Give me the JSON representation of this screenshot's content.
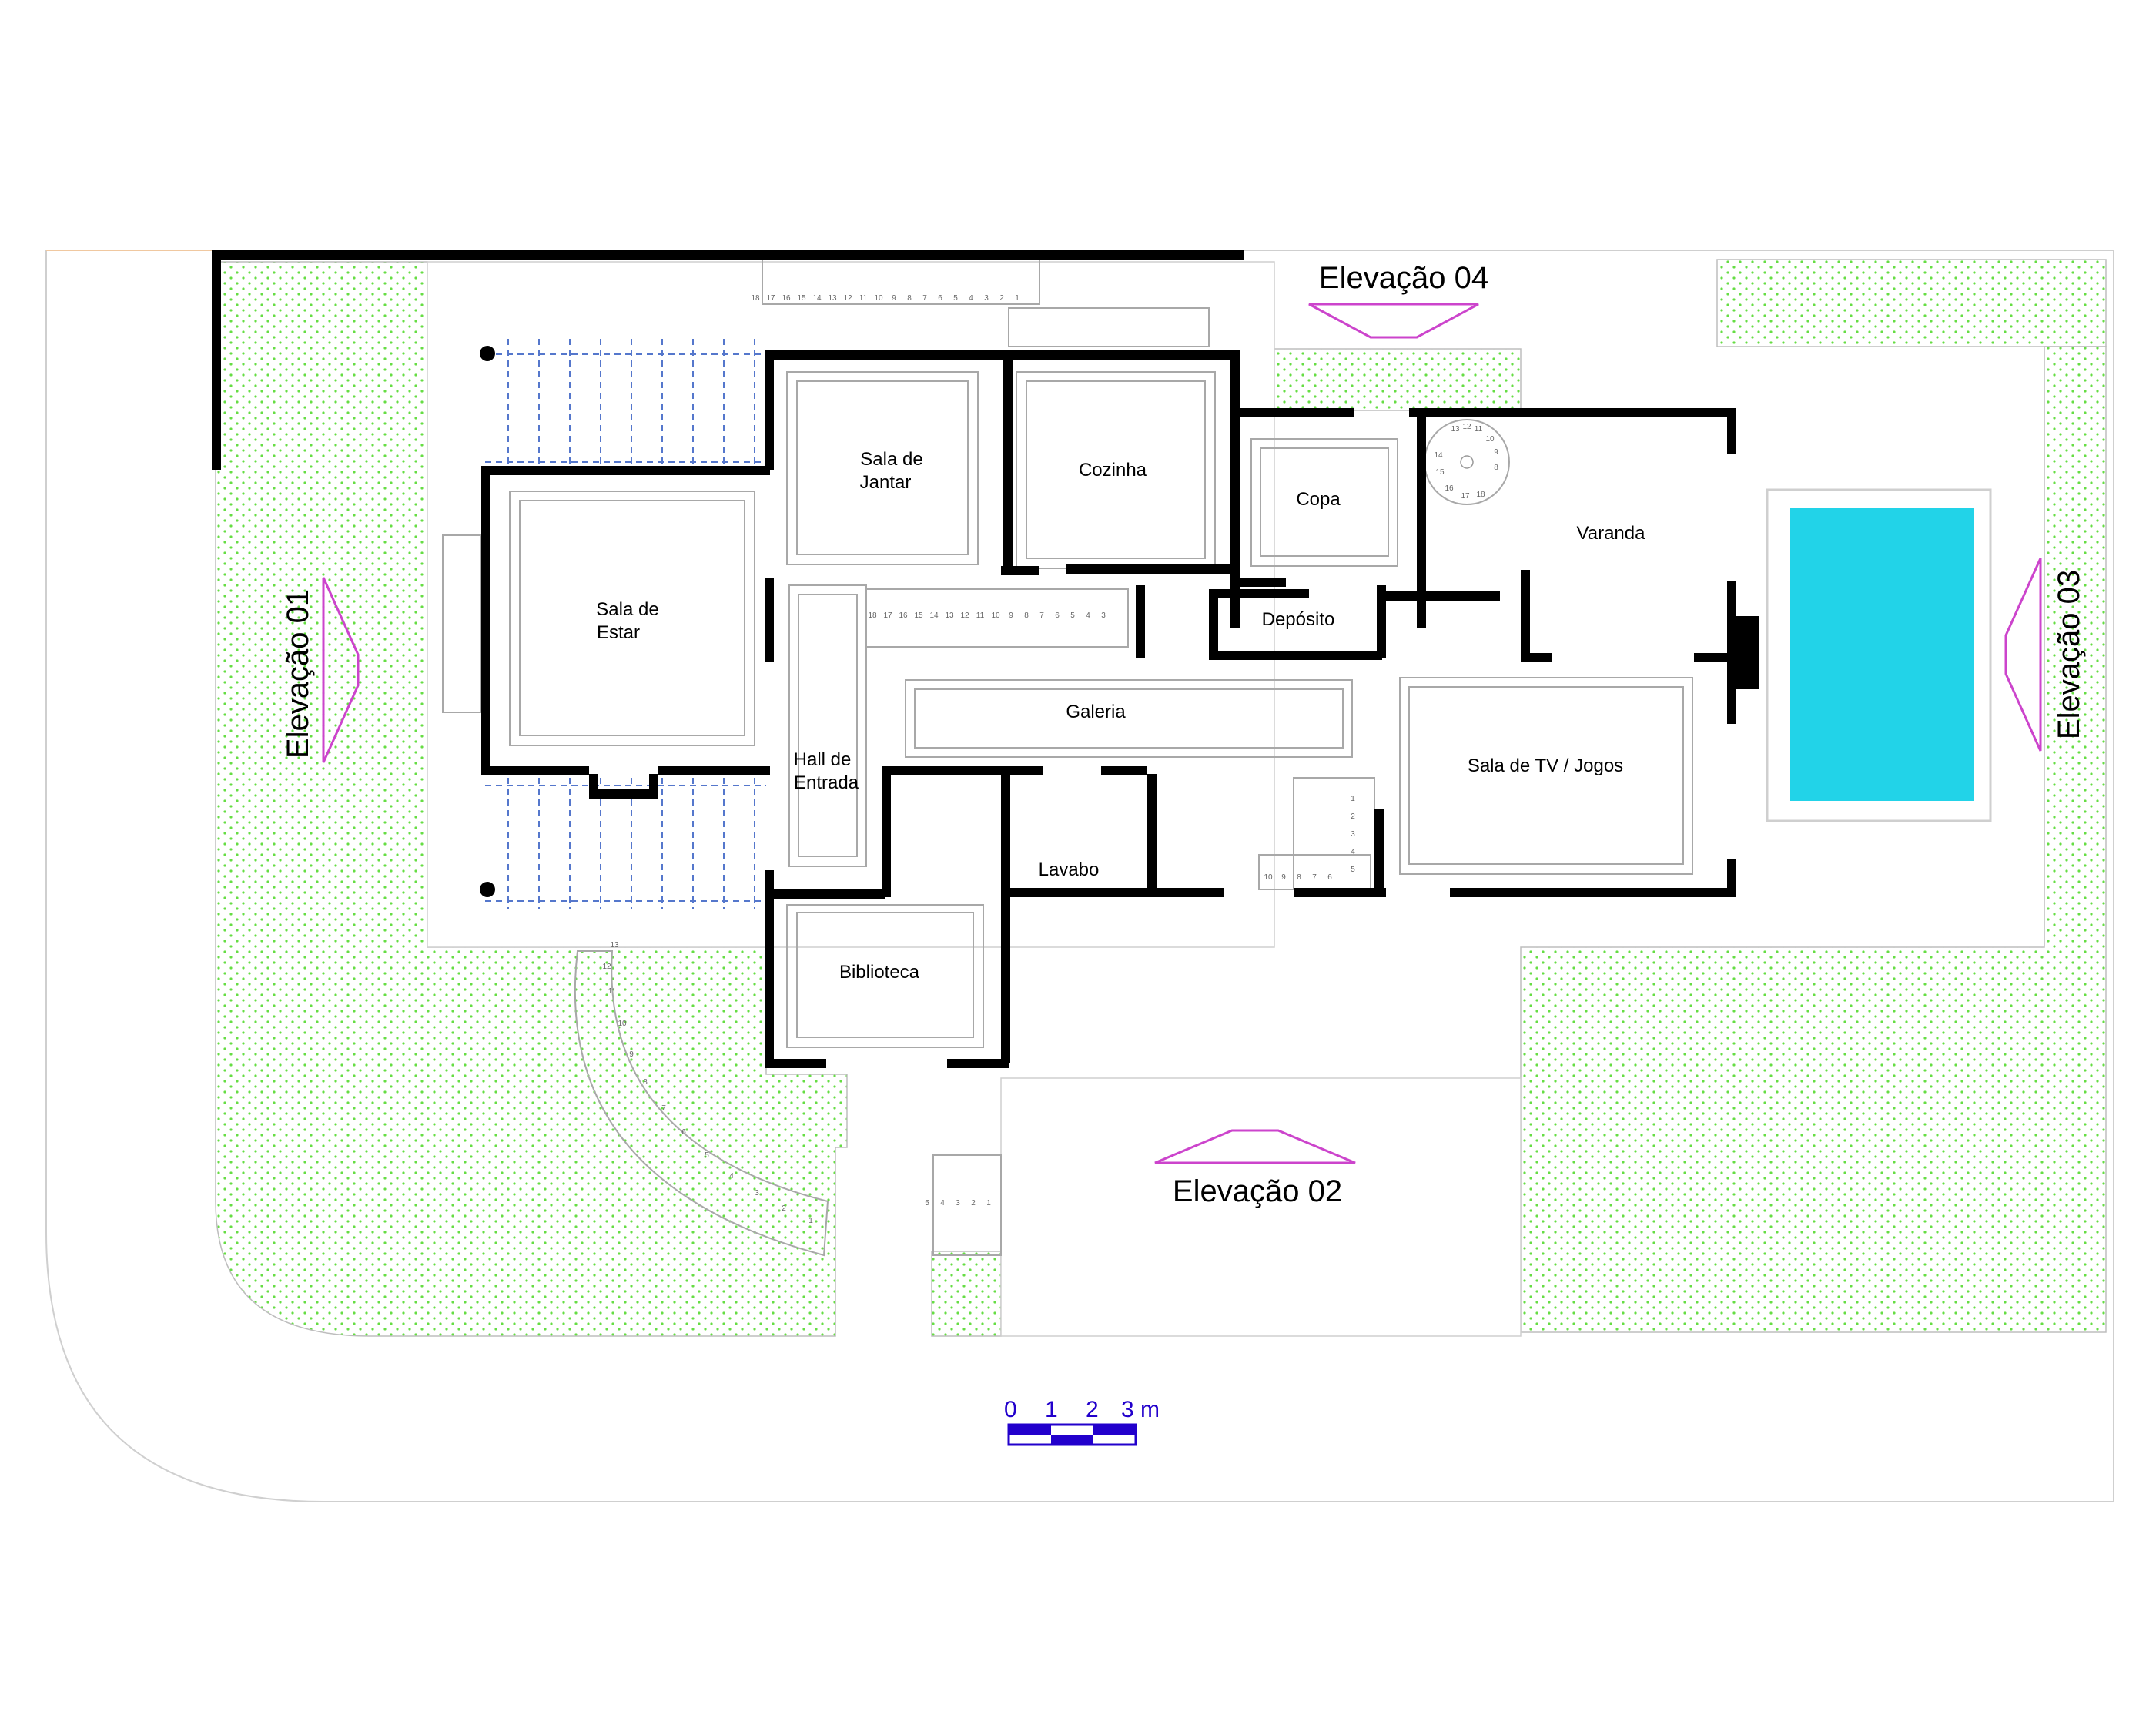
{
  "plan": {
    "rooms": {
      "sala_estar": [
        "Sala de",
        "Estar"
      ],
      "sala_jantar": [
        "Sala de",
        "Jantar"
      ],
      "cozinha": "Cozinha",
      "copa": "Copa",
      "varanda": "Varanda",
      "deposito": "Depósito",
      "galeria": "Galeria",
      "hall_entrada": [
        "Hall de",
        "Entrada"
      ],
      "sala_tv": "Sala de TV / Jogos",
      "lavabo": "Lavabo",
      "biblioteca": "Biblioteca"
    },
    "elevations": {
      "e01": "Elevação 01",
      "e02": "Elevação 02",
      "e03": "Elevação 03",
      "e04": "Elevação 04"
    },
    "scale_bar": {
      "labels": [
        "0",
        "1",
        "2",
        "3 m"
      ]
    },
    "stair_numbers": {
      "top_stair": [
        "18",
        "17",
        "16",
        "15",
        "14",
        "13",
        "12",
        "11",
        "10",
        "9",
        "8",
        "7",
        "6",
        "5",
        "4",
        "3",
        "2",
        "1"
      ],
      "central_stair": [
        "18",
        "17",
        "16",
        "15",
        "14",
        "13",
        "12",
        "11",
        "10",
        "9",
        "8",
        "7",
        "6",
        "5",
        "4",
        "3"
      ],
      "spiral_stair": [
        "13",
        "12",
        "11",
        "10",
        "9",
        "8",
        "18",
        "17",
        "16",
        "15",
        "14"
      ],
      "l_stair_right": [
        "1",
        "2",
        "3",
        "4",
        "5"
      ],
      "l_stair_bottom": [
        "10",
        "9",
        "8",
        "7",
        "6"
      ],
      "curved_stair": [
        "13",
        "12",
        "11",
        "10",
        "9",
        "8",
        "7",
        "6",
        "5",
        "4",
        "3",
        "2",
        "1"
      ],
      "entry_steps": [
        "5",
        "4",
        "3",
        "2",
        "1"
      ]
    },
    "colors": {
      "wall": "#000000",
      "lawn_dot": "#66dd44",
      "pool": "#22d3e8",
      "elevation_marker": "#cc44cc",
      "scale_bar": "#2200cc"
    }
  }
}
